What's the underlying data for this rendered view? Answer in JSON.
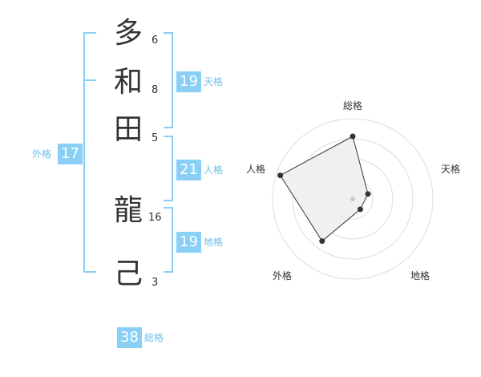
{
  "name": {
    "chars": [
      {
        "char": "多",
        "strokes": "6"
      },
      {
        "char": "和",
        "strokes": "8"
      },
      {
        "char": "田",
        "strokes": "5"
      },
      {
        "char": "龍",
        "strokes": "16"
      },
      {
        "char": "己",
        "strokes": "3"
      }
    ]
  },
  "fortunes": {
    "tenkaku": {
      "value": "19",
      "label": "天格"
    },
    "jinkaku": {
      "value": "21",
      "label": "人格"
    },
    "chikaku": {
      "value": "19",
      "label": "地格"
    },
    "gaikaku": {
      "value": "17",
      "label": "外格"
    },
    "soukaku": {
      "value": "38",
      "label": "総格"
    }
  },
  "colors": {
    "accent": "#8acff5",
    "accent_text": "#6cbfe9",
    "grid": "#dddddd",
    "fill": "#f0f0f0",
    "line": "#333333"
  },
  "chart_data": {
    "type": "radar",
    "axes": [
      "総格",
      "天格",
      "地格",
      "外格",
      "人格"
    ],
    "values": [
      0.78,
      0.2,
      0.16,
      0.65,
      0.95
    ],
    "range": [
      0,
      1
    ],
    "rings": 4
  }
}
